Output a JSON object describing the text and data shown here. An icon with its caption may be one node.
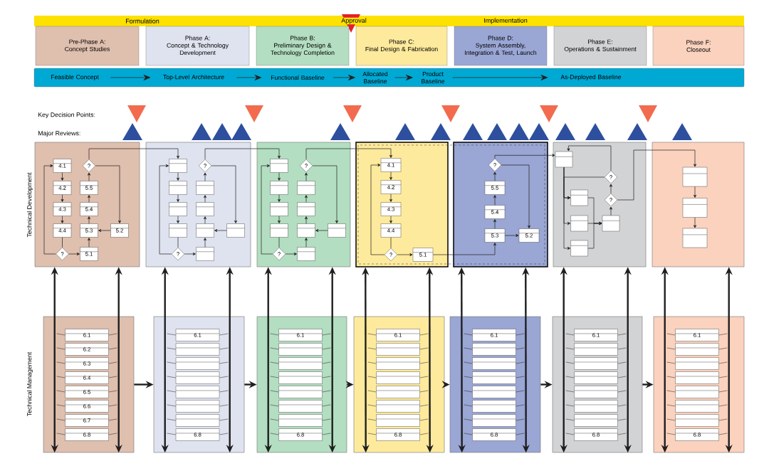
{
  "diagram": {
    "nodes": [
      {
        "text": [
          "Formulation",
          "Approval",
          "Implementation"
        ]
      },
      {
        "text": [
          "Pre-Phase A:",
          "Concept Studies"
        ]
      },
      {
        "text": [
          "Phase A:",
          "Concept & Technology Development"
        ]
      },
      {
        "text": [
          "Phase B:",
          "Preliminary Design & Technology Completion"
        ]
      },
      {
        "text": [
          "Phase C:",
          "Final Design & Fabrication"
        ]
      },
      {
        "text": [
          "Phase D:",
          "System Assembly, Integration & Test, Launch"
        ]
      },
      {
        "text": [
          "Phase E:",
          "Operations & Sustainment"
        ]
      },
      {
        "text": [
          "Phase F:",
          "Closeout"
        ]
      },
      {
        "text": [],
        "shape": "bar"
      },
      {
        "text": [
          "Feasible Concept"
        ],
        "in": 8
      },
      {
        "text": [
          "Top-Level Architecture"
        ],
        "in": 8
      },
      {
        "text": [
          "Functional Baseline"
        ],
        "in": 8
      },
      {
        "text": [
          "Allocated Baseline"
        ],
        "in": 8
      },
      {
        "text": [
          "Product Baseline"
        ],
        "in": 8
      },
      {
        "text": [
          "As-Deployed Baseline"
        ],
        "in": 8
      },
      {
        "text": [],
        "shape": "box"
      },
      {
        "text": [
          "4.1"
        ],
        "in": 15
      },
      {
        "text": [
          "?"
        ],
        "in": 15
      },
      {
        "text": [
          "4.2"
        ],
        "in": 15
      },
      {
        "text": [
          "5.5"
        ],
        "in": 15
      },
      {
        "text": [
          "4.3"
        ],
        "in": 15
      },
      {
        "text": [
          "5.4"
        ],
        "in": 15
      },
      {
        "text": [
          "4.4"
        ],
        "in": 15
      },
      {
        "text": [
          "5.3"
        ],
        "in": 15
      },
      {
        "text": [
          "5.2"
        ],
        "in": 15
      },
      {
        "text": [
          "?"
        ],
        "in": 15
      },
      {
        "text": [
          "5.1"
        ],
        "in": 15
      },
      {
        "text": [],
        "shape": "box"
      },
      {
        "text": [],
        "shape": "box",
        "in": 27
      },
      {
        "text": [
          "?"
        ],
        "in": 27
      },
      {
        "text": [],
        "shape": "box",
        "in": 27
      },
      {
        "text": [],
        "shape": "box",
        "in": 27
      },
      {
        "text": [],
        "shape": "box",
        "in": 27
      },
      {
        "text": [],
        "shape": "box",
        "in": 27
      },
      {
        "text": [],
        "shape": "box",
        "in": 27
      },
      {
        "text": [],
        "shape": "box",
        "in": 27
      },
      {
        "text": [],
        "shape": "box",
        "in": 27
      },
      {
        "text": [
          "?"
        ],
        "in": 27
      },
      {
        "text": [],
        "shape": "box",
        "in": 27
      },
      {
        "text": [],
        "shape": "box"
      },
      {
        "text": [],
        "shape": "box",
        "in": 39
      },
      {
        "text": [
          "?"
        ],
        "in": 39
      },
      {
        "text": [],
        "shape": "box",
        "in": 39
      },
      {
        "text": [],
        "shape": "box",
        "in": 39
      },
      {
        "text": [],
        "shape": "box",
        "in": 39
      },
      {
        "text": [],
        "shape": "box",
        "in": 39
      },
      {
        "text": [],
        "shape": "box",
        "in": 39
      },
      {
        "text": [],
        "shape": "box",
        "in": 39
      },
      {
        "text": [],
        "shape": "box",
        "in": 39
      },
      {
        "text": [
          "?"
        ],
        "in": 39
      },
      {
        "text": [],
        "shape": "box",
        "in": 39
      },
      {
        "text": [],
        "shape": "box"
      },
      {
        "text": [
          "4.1"
        ],
        "in": 51
      },
      {
        "text": [
          "4.2"
        ],
        "in": 51
      },
      {
        "text": [
          "4.3"
        ],
        "in": 51
      },
      {
        "text": [
          "4.4"
        ],
        "in": 51
      },
      {
        "text": [
          "?"
        ],
        "in": 51
      },
      {
        "text": [
          "5.1"
        ],
        "in": 51
      },
      {
        "text": [],
        "shape": "box"
      },
      {
        "text": [
          "?"
        ],
        "in": 58
      },
      {
        "text": [
          "5.5"
        ],
        "in": 58
      },
      {
        "text": [
          "5.4"
        ],
        "in": 58
      },
      {
        "text": [
          "5.3"
        ],
        "in": 58
      },
      {
        "text": [
          "5.2"
        ],
        "in": 58
      },
      {
        "text": [],
        "shape": "box"
      },
      {
        "text": [],
        "shape": "box",
        "in": 64
      },
      {
        "text": [
          "?"
        ],
        "in": 64
      },
      {
        "text": [],
        "shape": "box",
        "in": 64
      },
      {
        "text": [
          "?"
        ],
        "in": 64
      },
      {
        "text": [],
        "shape": "box",
        "in": 64
      },
      {
        "text": [],
        "shape": "box",
        "in": 64
      },
      {
        "text": [],
        "shape": "box",
        "in": 64
      },
      {
        "text": [],
        "shape": "box"
      },
      {
        "text": [],
        "shape": "box",
        "in": 72
      },
      {
        "text": [],
        "shape": "box",
        "in": 72
      },
      {
        "text": [],
        "shape": "box",
        "in": 72
      },
      {
        "text": [],
        "shape": "box"
      },
      {
        "text": [
          "6.1"
        ],
        "in": 76
      },
      {
        "text": [
          "6.2"
        ],
        "in": 76
      },
      {
        "text": [
          "6.3"
        ],
        "in": 76
      },
      {
        "text": [
          "6.4"
        ],
        "in": 76
      },
      {
        "text": [
          "6.5"
        ],
        "in": 76
      },
      {
        "text": [
          "6.6"
        ],
        "in": 76
      },
      {
        "text": [
          "6.7"
        ],
        "in": 76
      },
      {
        "text": [
          "6.8"
        ],
        "in": 76
      },
      {
        "text": [],
        "shape": "box"
      },
      {
        "text": [
          "6.1"
        ],
        "in": 85
      },
      {
        "text": [],
        "shape": "box",
        "in": 85
      },
      {
        "text": [],
        "shape": "box",
        "in": 85
      },
      {
        "text": [],
        "shape": "box",
        "in": 85
      },
      {
        "text": [],
        "shape": "box",
        "in": 85
      },
      {
        "text": [],
        "shape": "box",
        "in": 85
      },
      {
        "text": [],
        "shape": "box",
        "in": 85
      },
      {
        "text": [
          "6.8"
        ],
        "in": 85
      },
      {
        "text": [],
        "shape": "box"
      },
      {
        "text": [
          "6.1"
        ],
        "in": 94
      },
      {
        "text": [],
        "shape": "box",
        "in": 94
      },
      {
        "text": [],
        "shape": "box",
        "in": 94
      },
      {
        "text": [],
        "shape": "box",
        "in": 94
      },
      {
        "text": [],
        "shape": "box",
        "in": 94
      },
      {
        "text": [],
        "shape": "box",
        "in": 94
      },
      {
        "text": [],
        "shape": "box",
        "in": 94
      },
      {
        "text": [
          "6.8"
        ],
        "in": 94
      },
      {
        "text": [],
        "shape": "box"
      },
      {
        "text": [
          "6.1"
        ],
        "in": 103
      },
      {
        "text": [],
        "shape": "box",
        "in": 103
      },
      {
        "text": [],
        "shape": "box",
        "in": 103
      },
      {
        "text": [],
        "shape": "box",
        "in": 103
      },
      {
        "text": [],
        "shape": "box",
        "in": 103
      },
      {
        "text": [],
        "shape": "box",
        "in": 103
      },
      {
        "text": [],
        "shape": "box",
        "in": 103
      },
      {
        "text": [
          "6.8"
        ],
        "in": 103
      },
      {
        "text": [],
        "shape": "box"
      },
      {
        "text": [
          "6.1"
        ],
        "in": 112
      },
      {
        "text": [],
        "shape": "box",
        "in": 112
      },
      {
        "text": [],
        "shape": "box",
        "in": 112
      },
      {
        "text": [],
        "shape": "box",
        "in": 112
      },
      {
        "text": [],
        "shape": "box",
        "in": 112
      },
      {
        "text": [],
        "shape": "box",
        "in": 112
      },
      {
        "text": [],
        "shape": "box",
        "in": 112
      },
      {
        "text": [
          "6.8"
        ],
        "in": 112
      },
      {
        "text": [],
        "shape": "box"
      },
      {
        "text": [
          "6.1"
        ],
        "in": 121
      },
      {
        "text": [],
        "shape": "box",
        "in": 121
      },
      {
        "text": [],
        "shape": "box",
        "in": 121
      },
      {
        "text": [],
        "shape": "box",
        "in": 121
      },
      {
        "text": [],
        "shape": "box",
        "in": 121
      },
      {
        "text": [],
        "shape": "box",
        "in": 121
      },
      {
        "text": [],
        "shape": "box",
        "in": 121
      },
      {
        "text": [
          "6.8"
        ],
        "in": 121
      },
      {
        "text": [],
        "shape": "box"
      },
      {
        "text": [
          "6.1"
        ],
        "in": 130
      },
      {
        "text": [],
        "shape": "box",
        "in": 130
      },
      {
        "text": [],
        "shape": "box",
        "in": 130
      },
      {
        "text": [],
        "shape": "box",
        "in": 130
      },
      {
        "text": [],
        "shape": "box",
        "in": 130
      },
      {
        "text": [],
        "shape": "box",
        "in": 130
      },
      {
        "text": [],
        "shape": "box",
        "in": 130
      },
      {
        "text": [
          "6.8"
        ],
        "in": 130
      }
    ],
    "edges": [
      {
        "from": 9,
        "to": 10,
        "arrow": "to"
      },
      {
        "from": 10,
        "to": 11,
        "arrow": "to"
      },
      {
        "from": 11,
        "to": 12,
        "arrow": "to"
      },
      {
        "from": 12,
        "to": 13,
        "arrow": "to"
      },
      {
        "from": 13,
        "to": 14,
        "arrow": "to"
      },
      {
        "from": 16,
        "to": 18,
        "arrow": "to"
      },
      {
        "from": 18,
        "to": 20,
        "arrow": "to"
      },
      {
        "from": 20,
        "to": 22,
        "arrow": "to"
      },
      {
        "from": 22,
        "to": 25,
        "arrow": "none"
      },
      {
        "from": 25,
        "to": 16,
        "arrow": "to"
      },
      {
        "from": 25,
        "to": 26,
        "arrow": "to"
      },
      {
        "from": 26,
        "to": 23,
        "arrow": "to"
      },
      {
        "from": 24,
        "to": 23,
        "arrow": "to"
      },
      {
        "from": 23,
        "to": 21,
        "arrow": "to"
      },
      {
        "from": 21,
        "to": 19,
        "arrow": "to"
      },
      {
        "from": 19,
        "to": 17,
        "arrow": "to"
      },
      {
        "from": 17,
        "to": 24,
        "arrow": "to"
      },
      {
        "from": 17,
        "to": 28,
        "arrow": "to"
      },
      {
        "from": 28,
        "to": 30,
        "arrow": "to"
      },
      {
        "from": 30,
        "to": 32,
        "arrow": "to"
      },
      {
        "from": 32,
        "to": 34,
        "arrow": "to"
      },
      {
        "from": 34,
        "to": 37,
        "arrow": "none"
      },
      {
        "from": 37,
        "to": 28,
        "arrow": "to"
      },
      {
        "from": 37,
        "to": 38,
        "arrow": "to"
      },
      {
        "from": 38,
        "to": 35,
        "arrow": "to"
      },
      {
        "from": 36,
        "to": 35,
        "arrow": "to"
      },
      {
        "from": 35,
        "to": 33,
        "arrow": "to"
      },
      {
        "from": 33,
        "to": 31,
        "arrow": "to"
      },
      {
        "from": 31,
        "to": 29,
        "arrow": "to"
      },
      {
        "from": 29,
        "to": 36,
        "arrow": "to"
      },
      {
        "from": 29,
        "to": 40,
        "arrow": "to"
      },
      {
        "from": 40,
        "to": 42,
        "arrow": "to"
      },
      {
        "from": 42,
        "to": 44,
        "arrow": "to"
      },
      {
        "from": 44,
        "to": 46,
        "arrow": "to"
      },
      {
        "from": 46,
        "to": 49,
        "arrow": "none"
      },
      {
        "from": 49,
        "to": 40,
        "arrow": "to"
      },
      {
        "from": 49,
        "to": 50,
        "arrow": "to"
      },
      {
        "from": 50,
        "to": 47,
        "arrow": "to"
      },
      {
        "from": 48,
        "to": 47,
        "arrow": "to"
      },
      {
        "from": 47,
        "to": 45,
        "arrow": "to"
      },
      {
        "from": 45,
        "to": 43,
        "arrow": "to"
      },
      {
        "from": 43,
        "to": 41,
        "arrow": "to"
      },
      {
        "from": 41,
        "to": 48,
        "arrow": "to"
      },
      {
        "from": 41,
        "to": 52,
        "arrow": "to"
      },
      {
        "from": 52,
        "to": 53,
        "arrow": "to"
      },
      {
        "from": 53,
        "to": 54,
        "arrow": "to"
      },
      {
        "from": 54,
        "to": 55,
        "arrow": "to"
      },
      {
        "from": 55,
        "to": 56,
        "arrow": "none"
      },
      {
        "from": 56,
        "to": 52,
        "arrow": "to"
      },
      {
        "from": 56,
        "to": 57,
        "arrow": "to"
      },
      {
        "from": 57,
        "to": 62,
        "arrow": "to"
      },
      {
        "from": 62,
        "to": 61,
        "arrow": "to"
      },
      {
        "from": 61,
        "to": 60,
        "arrow": "to"
      },
      {
        "from": 60,
        "to": 59,
        "arrow": "to"
      },
      {
        "from": 59,
        "to": 63,
        "arrow": "to"
      },
      {
        "from": 62,
        "to": 63,
        "arrow": "to"
      },
      {
        "from": 59,
        "to": 65,
        "arrow": "to"
      },
      {
        "from": 65,
        "to": 67,
        "arrow": "to"
      },
      {
        "from": 65,
        "to": 69,
        "arrow": "to"
      },
      {
        "from": 65,
        "to": 71,
        "arrow": "to"
      },
      {
        "from": 67,
        "to": 70,
        "arrow": "to"
      },
      {
        "from": 69,
        "to": 70,
        "arrow": "to"
      },
      {
        "from": 71,
        "to": 70,
        "arrow": "to"
      },
      {
        "from": 70,
        "to": 68,
        "arrow": "to"
      },
      {
        "from": 68,
        "to": 66,
        "arrow": "to"
      },
      {
        "from": 66,
        "to": 67,
        "arrow": "to"
      },
      {
        "from": 66,
        "to": 65,
        "arrow": "to"
      },
      {
        "from": 68,
        "to": 73,
        "arrow": "to"
      },
      {
        "from": 73,
        "to": 74,
        "arrow": "to"
      },
      {
        "from": 74,
        "to": 75,
        "arrow": "to"
      },
      {
        "from": 15,
        "to": 76,
        "arrow": "both",
        "style": "thick"
      },
      {
        "from": 15,
        "to": 76,
        "arrow": "both",
        "style": "thick"
      },
      {
        "from": 27,
        "to": 85,
        "arrow": "both",
        "style": "thick"
      },
      {
        "from": 27,
        "to": 85,
        "arrow": "both",
        "style": "thick"
      },
      {
        "from": 39,
        "to": 94,
        "arrow": "both",
        "style": "thick"
      },
      {
        "from": 39,
        "to": 94,
        "arrow": "both",
        "style": "thick"
      },
      {
        "from": 51,
        "to": 103,
        "arrow": "both",
        "style": "thick"
      },
      {
        "from": 51,
        "to": 103,
        "arrow": "both",
        "style": "thick"
      },
      {
        "from": 58,
        "to": 112,
        "arrow": "both",
        "style": "thick"
      },
      {
        "from": 58,
        "to": 112,
        "arrow": "both",
        "style": "thick"
      },
      {
        "from": 64,
        "to": 121,
        "arrow": "both",
        "style": "thick"
      },
      {
        "from": 64,
        "to": 121,
        "arrow": "both",
        "style": "thick"
      },
      {
        "from": 72,
        "to": 130,
        "arrow": "both",
        "style": "thick"
      },
      {
        "from": 72,
        "to": 130,
        "arrow": "both",
        "style": "thick"
      },
      {
        "from": 76,
        "to": 85,
        "arrow": "to",
        "style": "thick"
      },
      {
        "from": 85,
        "to": 94,
        "arrow": "to",
        "style": "thick"
      },
      {
        "from": 94,
        "to": 103,
        "arrow": "to",
        "style": "thick"
      },
      {
        "from": 103,
        "to": 112,
        "arrow": "to",
        "style": "thick"
      },
      {
        "from": 112,
        "to": 121,
        "arrow": "to",
        "style": "thick"
      },
      {
        "from": 121,
        "to": 130,
        "arrow": "to",
        "style": "thick"
      },
      {
        "from": null,
        "to": 77,
        "arrow": "none"
      },
      {
        "from": null,
        "to": 77,
        "arrow": "none"
      },
      {
        "from": null,
        "to": 78,
        "arrow": "none"
      },
      {
        "from": null,
        "to": 78,
        "arrow": "none"
      },
      {
        "from": null,
        "to": 79,
        "arrow": "none"
      },
      {
        "from": null,
        "to": 79,
        "arrow": "none"
      },
      {
        "from": null,
        "to": 80,
        "arrow": "none"
      },
      {
        "from": null,
        "to": 80,
        "arrow": "none"
      },
      {
        "from": null,
        "to": 81,
        "arrow": "none"
      },
      {
        "from": null,
        "to": 81,
        "arrow": "none"
      },
      {
        "from": null,
        "to": 82,
        "arrow": "none"
      },
      {
        "from": null,
        "to": 82,
        "arrow": "none"
      },
      {
        "from": null,
        "to": 83,
        "arrow": "none"
      },
      {
        "from": null,
        "to": 83,
        "arrow": "none"
      },
      {
        "from": null,
        "to": 84,
        "arrow": "none"
      },
      {
        "from": null,
        "to": 84,
        "arrow": "none"
      },
      {
        "from": null,
        "to": 86,
        "arrow": "none"
      },
      {
        "from": null,
        "to": 86,
        "arrow": "none"
      },
      {
        "from": null,
        "to": 87,
        "arrow": "none"
      },
      {
        "from": null,
        "to": 87,
        "arrow": "none"
      },
      {
        "from": null,
        "to": 88,
        "arrow": "none"
      },
      {
        "from": null,
        "to": 88,
        "arrow": "none"
      },
      {
        "from": null,
        "to": 89,
        "arrow": "none"
      },
      {
        "from": null,
        "to": 89,
        "arrow": "none"
      },
      {
        "from": null,
        "to": 90,
        "arrow": "none"
      },
      {
        "from": null,
        "to": 90,
        "arrow": "none"
      },
      {
        "from": null,
        "to": 91,
        "arrow": "none"
      },
      {
        "from": null,
        "to": 91,
        "arrow": "none"
      },
      {
        "from": null,
        "to": 92,
        "arrow": "none"
      },
      {
        "from": null,
        "to": 92,
        "arrow": "none"
      },
      {
        "from": null,
        "to": 93,
        "arrow": "none"
      },
      {
        "from": null,
        "to": 93,
        "arrow": "none"
      },
      {
        "from": null,
        "to": 95,
        "arrow": "none"
      },
      {
        "from": null,
        "to": 95,
        "arrow": "none"
      },
      {
        "from": null,
        "to": 96,
        "arrow": "none"
      },
      {
        "from": null,
        "to": 96,
        "arrow": "none"
      },
      {
        "from": null,
        "to": 97,
        "arrow": "none"
      },
      {
        "from": null,
        "to": 97,
        "arrow": "none"
      },
      {
        "from": null,
        "to": 98,
        "arrow": "none"
      },
      {
        "from": null,
        "to": 98,
        "arrow": "none"
      },
      {
        "from": null,
        "to": 99,
        "arrow": "none"
      },
      {
        "from": null,
        "to": 99,
        "arrow": "none"
      },
      {
        "from": null,
        "to": 100,
        "arrow": "none"
      },
      {
        "from": null,
        "to": 100,
        "arrow": "none"
      },
      {
        "from": null,
        "to": 101,
        "arrow": "none"
      },
      {
        "from": null,
        "to": 101,
        "arrow": "none"
      },
      {
        "from": null,
        "to": 102,
        "arrow": "none"
      },
      {
        "from": null,
        "to": 102,
        "arrow": "none"
      },
      {
        "from": null,
        "to": 104,
        "arrow": "none"
      },
      {
        "from": null,
        "to": 104,
        "arrow": "none"
      },
      {
        "from": null,
        "to": 105,
        "arrow": "none"
      },
      {
        "from": null,
        "to": 105,
        "arrow": "none"
      },
      {
        "from": null,
        "to": 106,
        "arrow": "none"
      },
      {
        "from": null,
        "to": 106,
        "arrow": "none"
      },
      {
        "from": null,
        "to": 107,
        "arrow": "none"
      },
      {
        "from": null,
        "to": 107,
        "arrow": "none"
      },
      {
        "from": null,
        "to": 108,
        "arrow": "none"
      },
      {
        "from": null,
        "to": 108,
        "arrow": "none"
      },
      {
        "from": null,
        "to": 109,
        "arrow": "none"
      },
      {
        "from": null,
        "to": 109,
        "arrow": "none"
      },
      {
        "from": null,
        "to": 110,
        "arrow": "none"
      },
      {
        "from": null,
        "to": 110,
        "arrow": "none"
      },
      {
        "from": null,
        "to": 111,
        "arrow": "none"
      },
      {
        "from": null,
        "to": 111,
        "arrow": "none"
      },
      {
        "from": null,
        "to": 113,
        "arrow": "none"
      },
      {
        "from": null,
        "to": 113,
        "arrow": "none"
      },
      {
        "from": null,
        "to": 114,
        "arrow": "none"
      },
      {
        "from": null,
        "to": 114,
        "arrow": "none"
      },
      {
        "from": null,
        "to": 115,
        "arrow": "none"
      },
      {
        "from": null,
        "to": 115,
        "arrow": "none"
      },
      {
        "from": null,
        "to": 116,
        "arrow": "none"
      },
      {
        "from": null,
        "to": 116,
        "arrow": "none"
      },
      {
        "from": null,
        "to": 117,
        "arrow": "none"
      },
      {
        "from": null,
        "to": 117,
        "arrow": "none"
      },
      {
        "from": null,
        "to": 118,
        "arrow": "none"
      },
      {
        "from": null,
        "to": 118,
        "arrow": "none"
      },
      {
        "from": null,
        "to": 119,
        "arrow": "none"
      },
      {
        "from": null,
        "to": 119,
        "arrow": "none"
      },
      {
        "from": null,
        "to": 120,
        "arrow": "none"
      },
      {
        "from": null,
        "to": 120,
        "arrow": "none"
      },
      {
        "from": null,
        "to": 122,
        "arrow": "none"
      },
      {
        "from": null,
        "to": 122,
        "arrow": "none"
      },
      {
        "from": null,
        "to": 123,
        "arrow": "none"
      },
      {
        "from": null,
        "to": 123,
        "arrow": "none"
      },
      {
        "from": null,
        "to": 124,
        "arrow": "none"
      },
      {
        "from": null,
        "to": 124,
        "arrow": "none"
      },
      {
        "from": null,
        "to": 125,
        "arrow": "none"
      },
      {
        "from": null,
        "to": 125,
        "arrow": "none"
      },
      {
        "from": null,
        "to": 126,
        "arrow": "none"
      },
      {
        "from": null,
        "to": 126,
        "arrow": "none"
      },
      {
        "from": null,
        "to": 127,
        "arrow": "none"
      },
      {
        "from": null,
        "to": 127,
        "arrow": "none"
      },
      {
        "from": null,
        "to": 128,
        "arrow": "none"
      },
      {
        "from": null,
        "to": 128,
        "arrow": "none"
      },
      {
        "from": null,
        "to": 129,
        "arrow": "none"
      },
      {
        "from": null,
        "to": 129,
        "arrow": "none"
      },
      {
        "from": null,
        "to": 131,
        "arrow": "none"
      },
      {
        "from": null,
        "to": 131,
        "arrow": "none"
      },
      {
        "from": null,
        "to": 132,
        "arrow": "none"
      },
      {
        "from": null,
        "to": 132,
        "arrow": "none"
      },
      {
        "from": null,
        "to": 133,
        "arrow": "none"
      },
      {
        "from": null,
        "to": 133,
        "arrow": "none"
      },
      {
        "from": null,
        "to": 134,
        "arrow": "none"
      },
      {
        "from": null,
        "to": 134,
        "arrow": "none"
      },
      {
        "from": null,
        "to": 135,
        "arrow": "none"
      },
      {
        "from": null,
        "to": 135,
        "arrow": "none"
      },
      {
        "from": null,
        "to": 136,
        "arrow": "none"
      },
      {
        "from": null,
        "to": 136,
        "arrow": "none"
      },
      {
        "from": null,
        "to": 137,
        "arrow": "none"
      },
      {
        "from": null,
        "to": 137,
        "arrow": "none"
      },
      {
        "from": null,
        "to": 138,
        "arrow": "none"
      },
      {
        "from": null,
        "to": 138,
        "arrow": "none"
      }
    ],
    "labels": [
      "Key Decision Points:",
      "Major Reviews:",
      "Technical Development",
      "Technical Management"
    ]
  }
}
